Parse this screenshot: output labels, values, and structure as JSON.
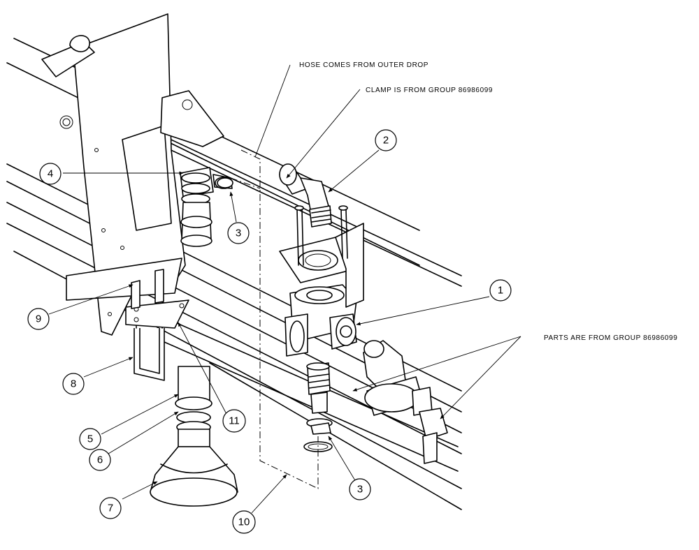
{
  "notes": {
    "hose": "HOSE COMES FROM OUTER DROP",
    "clamp": "CLAMP IS FROM GROUP 86986099",
    "parts": "PARTS ARE FROM GROUP 86986099"
  },
  "callouts": {
    "c1": "1",
    "c2": "2",
    "c3a": "3",
    "c3b": "3",
    "c4": "4",
    "c5": "5",
    "c6": "6",
    "c7": "7",
    "c8": "8",
    "c9": "9",
    "c10": "10",
    "c11": "11"
  }
}
